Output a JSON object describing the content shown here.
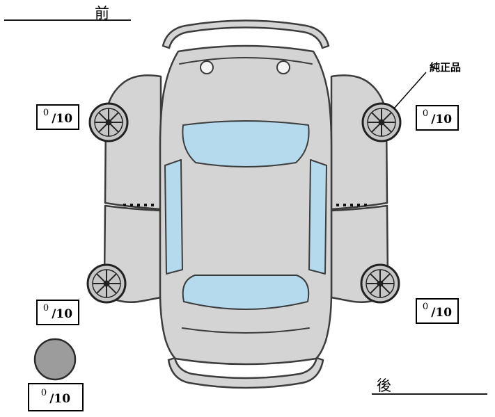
{
  "labels": {
    "front": "前",
    "rear": "後",
    "genuine_part": "純正品"
  },
  "tire_scores": {
    "front_left": {
      "value": "0",
      "out_of": "/10"
    },
    "front_right": {
      "value": "0",
      "out_of": "/10"
    },
    "rear_left": {
      "value": "0",
      "out_of": "/10"
    },
    "rear_right": {
      "value": "0",
      "out_of": "/10"
    },
    "spare": {
      "value": "0",
      "out_of": "/10"
    }
  },
  "colors": {
    "body": "#d4d4d4",
    "glass": "#b5daee",
    "outline": "#3c3c3c",
    "wheel": "#c6c6c6",
    "spare_fill": "#9c9c9c"
  }
}
